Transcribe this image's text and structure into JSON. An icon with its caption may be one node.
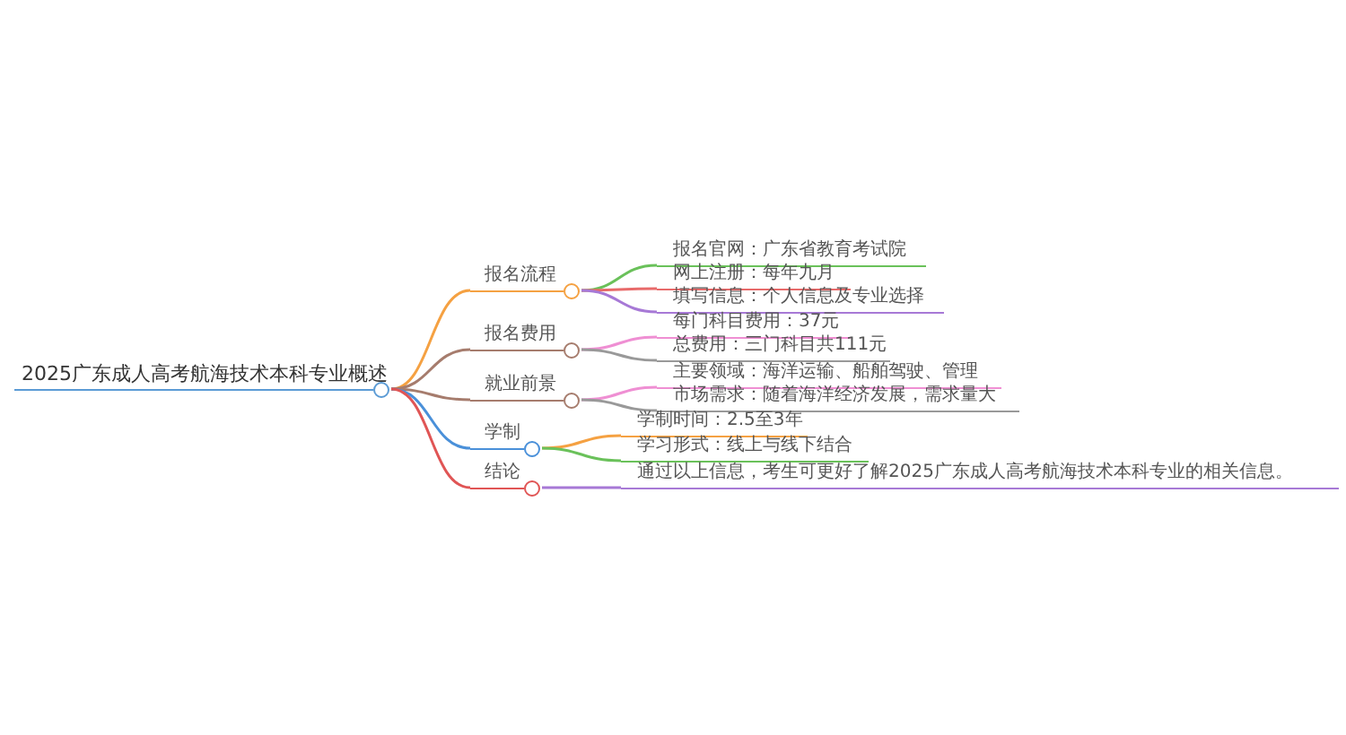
{
  "diagram": {
    "nodes": [
      {
        "text": [
          "2025广东成人高考航海技术本科专业概述"
        ]
      },
      {
        "text": [
          "报名流程"
        ]
      },
      {
        "text": [
          "报名费用"
        ]
      },
      {
        "text": [
          "就业前景"
        ]
      },
      {
        "text": [
          "学制"
        ]
      },
      {
        "text": [
          "结论"
        ]
      },
      {
        "text": [
          "报名官网：广东省教育考试院"
        ]
      },
      {
        "text": [
          "网上注册：每年九月"
        ]
      },
      {
        "text": [
          "填写信息：个人信息及专业选择"
        ]
      },
      {
        "text": [
          "每门科目费用：37元"
        ]
      },
      {
        "text": [
          "总费用：三门科目共111元"
        ]
      },
      {
        "text": [
          "主要领域：海洋运输、船舶驾驶、管理"
        ]
      },
      {
        "text": [
          "市场需求：随着海洋经济发展，需求量大"
        ]
      },
      {
        "text": [
          "学制时间：2.5至3年"
        ]
      },
      {
        "text": [
          "学习形式：线上与线下结合"
        ]
      },
      {
        "text": [
          "通过以上信息，考生可更好了解2025广东成人高考航海技术本科专业的相关信息。"
        ]
      }
    ],
    "edges": [
      {
        "from": 0,
        "to": 1,
        "arrow": "none",
        "color": "#f5a142"
      },
      {
        "from": 0,
        "to": 2,
        "arrow": "none",
        "color": "#a67c6d"
      },
      {
        "from": 0,
        "to": 3,
        "arrow": "none",
        "color": "#a67c6d"
      },
      {
        "from": 0,
        "to": 4,
        "arrow": "none",
        "color": "#4a90d9"
      },
      {
        "from": 0,
        "to": 5,
        "arrow": "none",
        "color": "#e05555"
      },
      {
        "from": 1,
        "to": 6,
        "arrow": "none",
        "color": "#6ac15a"
      },
      {
        "from": 1,
        "to": 7,
        "arrow": "none",
        "color": "#e86a6a"
      },
      {
        "from": 1,
        "to": 8,
        "arrow": "none",
        "color": "#a779d6"
      },
      {
        "from": 2,
        "to": 9,
        "arrow": "none",
        "color": "#ef8fd3"
      },
      {
        "from": 2,
        "to": 10,
        "arrow": "none",
        "color": "#999999"
      },
      {
        "from": 3,
        "to": 11,
        "arrow": "none",
        "color": "#ef8fd3"
      },
      {
        "from": 3,
        "to": 12,
        "arrow": "none",
        "color": "#999999"
      },
      {
        "from": 4,
        "to": 13,
        "arrow": "none",
        "color": "#f5a142"
      },
      {
        "from": 4,
        "to": 14,
        "arrow": "none",
        "color": "#6ac15a"
      },
      {
        "from": 5,
        "to": 15,
        "arrow": "none",
        "color": "#a779d6"
      }
    ]
  }
}
